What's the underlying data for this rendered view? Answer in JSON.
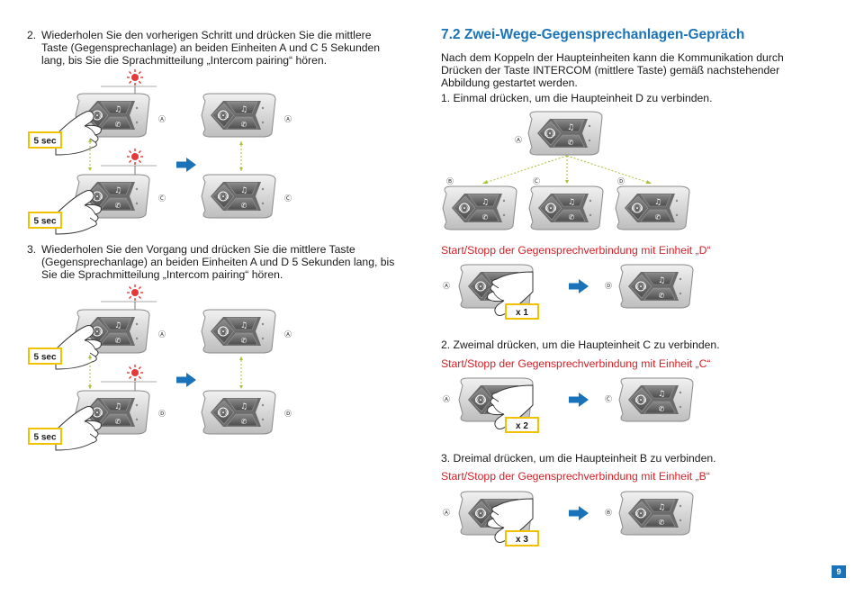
{
  "left": {
    "step2": {
      "number": "2.",
      "lines": [
        "Wiederholen Sie den vorherigen Schritt und drücken Sie die mittlere",
        "Taste (Gegensprechanlage) an beiden Einheiten A und C 5 Sekunden",
        "lang, bis Sie die Sprachmitteilung „Intercom pairing“ hören."
      ],
      "badge": "5 sec",
      "unit_top": "Ⓐ",
      "unit_bottom": "Ⓒ"
    },
    "step3": {
      "number": "3.",
      "lines": [
        "Wiederholen Sie den Vorgang und drücken Sie die mittlere Taste",
        "(Gegensprechanlage) an beiden Einheiten A und D 5 Sekunden lang, bis",
        "Sie die Sprachmitteilung „Intercom pairing“ hören."
      ],
      "badge": "5 sec",
      "unit_top": "Ⓐ",
      "unit_bottom": "Ⓓ"
    }
  },
  "right": {
    "heading": "7.2 Zwei-Wege-Gegensprechanlagen-Gepräch",
    "intro": [
      "Nach dem Koppeln der Haupteinheiten kann die Kommunikation durch",
      "Drücken der Taste INTERCOM (mittlere Taste) gemäß nachstehender",
      "Abbildung gestartet werden."
    ],
    "step1": "1. Einmal drücken, um die Haupteinheit D zu verbinden.",
    "tree_units": {
      "top": "Ⓐ",
      "b": "Ⓑ",
      "c": "Ⓒ",
      "d": "Ⓓ"
    },
    "sub1": "Start/Stopp der Gegensprechverbindung mit Einheit „D“",
    "press1": {
      "from": "Ⓐ",
      "to": "Ⓓ",
      "count": "x 1"
    },
    "step2": "2. Zweimal drücken, um die Haupteinheit C zu verbinden.",
    "sub2": "Start/Stopp der Gegensprechverbindung mit Einheit „C“",
    "press2": {
      "from": "Ⓐ",
      "to": "Ⓒ",
      "count": "x 2"
    },
    "step3": "3. Dreimal drücken, um die Haupteinheit B zu verbinden.",
    "sub3": "Start/Stopp der Gegensprechverbindung mit Einheit „B“",
    "press3": {
      "from": "Ⓐ",
      "to": "Ⓑ",
      "count": "x 3"
    }
  },
  "page_number": "9",
  "colors": {
    "accent": "#1a73b8",
    "red": "#d42027",
    "badge_border": "#f2c200",
    "dotted": "#a4c43a"
  },
  "icons": [
    "intercom-device-icon",
    "music-note-icon",
    "phone-icon",
    "hand-press-icon",
    "led-flash-icon",
    "arrow-right-icon"
  ]
}
